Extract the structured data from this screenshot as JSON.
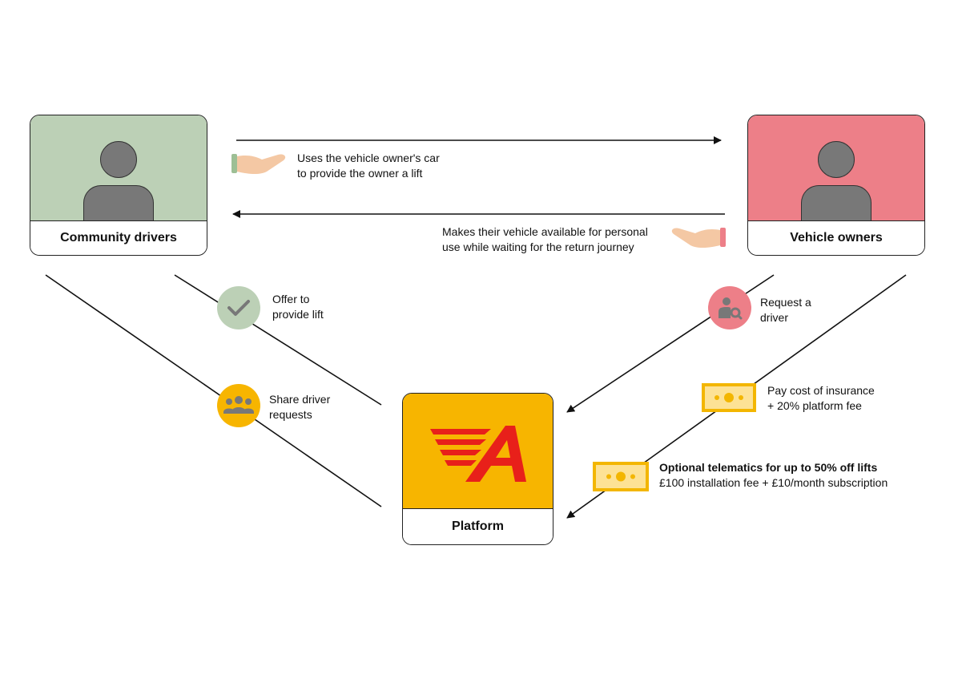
{
  "nodes": {
    "community_drivers": "Community drivers",
    "vehicle_owners": "Vehicle owners",
    "platform": "Platform"
  },
  "edges": {
    "uses_car": [
      "Uses the vehicle owner's car",
      "to provide the owner a lift"
    ],
    "makes_available": [
      "Makes their vehicle available for personal",
      "use while waiting for the return journey"
    ],
    "offer_lift": [
      "Offer to",
      "provide lift"
    ],
    "share_requests": [
      "Share driver",
      "requests"
    ],
    "request_driver": [
      "Request a",
      "driver"
    ],
    "pay_insurance": [
      "Pay cost of insurance",
      "+ 20% platform fee"
    ],
    "telematics": [
      "Optional telematics for up to 50% off lifts",
      "£100 installation fee + £10/month subscription"
    ]
  },
  "colors": {
    "drivers_green": "#bcd0b6",
    "owners_pink": "#ed7f88",
    "platform_yellow": "#f7b500",
    "logo_red": "#e8201a",
    "person_grey": "#787878",
    "hand_skin": "#f4c8a4",
    "check_badge": "#bcd0b6",
    "search_badge": "#ed7f88",
    "group_badge": "#f7b500",
    "money_fill": "#fde295",
    "money_border": "#f3b600"
  },
  "icons": {
    "person": "person-icon",
    "hand": "hand-icon",
    "check": "check-icon",
    "search_person": "person-search-icon",
    "group": "group-icon",
    "money": "banknote-icon",
    "logo": "platform-logo"
  }
}
